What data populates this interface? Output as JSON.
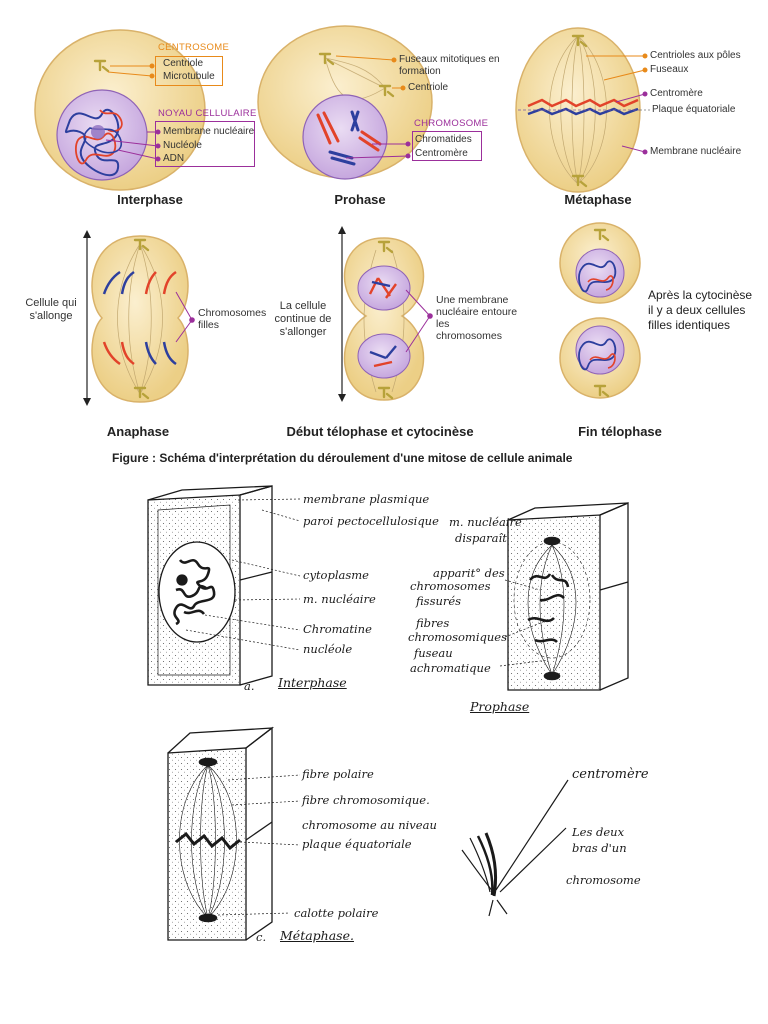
{
  "interphase": {
    "centrosome_header": "CENTROSOME",
    "centriole": "Centriole",
    "microtubule": "Microtubule",
    "noyau_header": "NOYAU CELLULAIRE",
    "membrane": "Membrane nucléaire",
    "nucleole": "Nucléole",
    "adn": "ADN",
    "title": "Interphase"
  },
  "prophase": {
    "fuseaux": "Fuseaux mitotiques en formation",
    "centriole": "Centriole",
    "chromosome_header": "CHROMOSOME",
    "chromatides": "Chromatides",
    "centromere": "Centromère",
    "title": "Prohase"
  },
  "metaphase": {
    "centrioles_poles": "Centrioles aux pôles",
    "fuseaux": "Fuseaux",
    "centromere": "Centromère",
    "plaque": "Plaque équatoriale",
    "membrane": "Membrane nucléaire",
    "title": "Métaphase"
  },
  "anaphase": {
    "side": "Cellule qui s'allonge",
    "chromosomes": "Chromosomes filles",
    "title": "Anaphase"
  },
  "telophase_debut": {
    "side": "La cellule continue de s'allonger",
    "membrane": "Une membrane nucléaire entoure les chromosomes",
    "title": "Début télophase et cytocinèse"
  },
  "telophase_fin": {
    "note": "Après la cytocinèse il y a deux cellules filles identiques",
    "title": "Fin télophase"
  },
  "figure_caption": "Figure   : Schéma d'interprétation du déroulement d'une mitose de cellule animale",
  "sketch": {
    "interphase": {
      "membrane_plasmique": "membrane plasmique",
      "paroi": "paroi pectocellulosique",
      "cytoplasme": "cytoplasme",
      "m_nucleaire": "m. nucléaire",
      "chromatine": "Chromatine",
      "nucleole": "nucléole",
      "letter": "a.",
      "title": "Interphase"
    },
    "prophase": {
      "m_nucleaire": "m. nucléaire",
      "disparait": "disparaît",
      "apparition_1": "apparit° des",
      "apparition_2": "chromosomes",
      "apparition_3": "fissurés",
      "fibres_1": "fibres",
      "fibres_2": "chromosomiques",
      "fuseau_1": "fuseau",
      "fuseau_2": "achromatique",
      "title": "Prophase"
    },
    "metaphase": {
      "fibre_polaire": "fibre polaire",
      "fibre_chromosomique": "fibre chromosomique.",
      "chromosome_1": "chromosome au niveau",
      "chromosome_2": "plaque équatoriale",
      "calotte": "calotte polaire",
      "letter": "c.",
      "title": "Métaphase."
    },
    "chromosome": {
      "centromere": "centromère",
      "bras_1": "Les deux",
      "bras_2": "bras d'un",
      "bras_3": "chromosome"
    }
  },
  "colors": {
    "cell": "#f6dfa6",
    "cell_edge": "#d9b26a",
    "nucleus": "#d9c2e9",
    "orange": "#e88a1a",
    "violet": "#9b2f9b",
    "red": "#e2432a",
    "blue": "#2d3f9e"
  }
}
